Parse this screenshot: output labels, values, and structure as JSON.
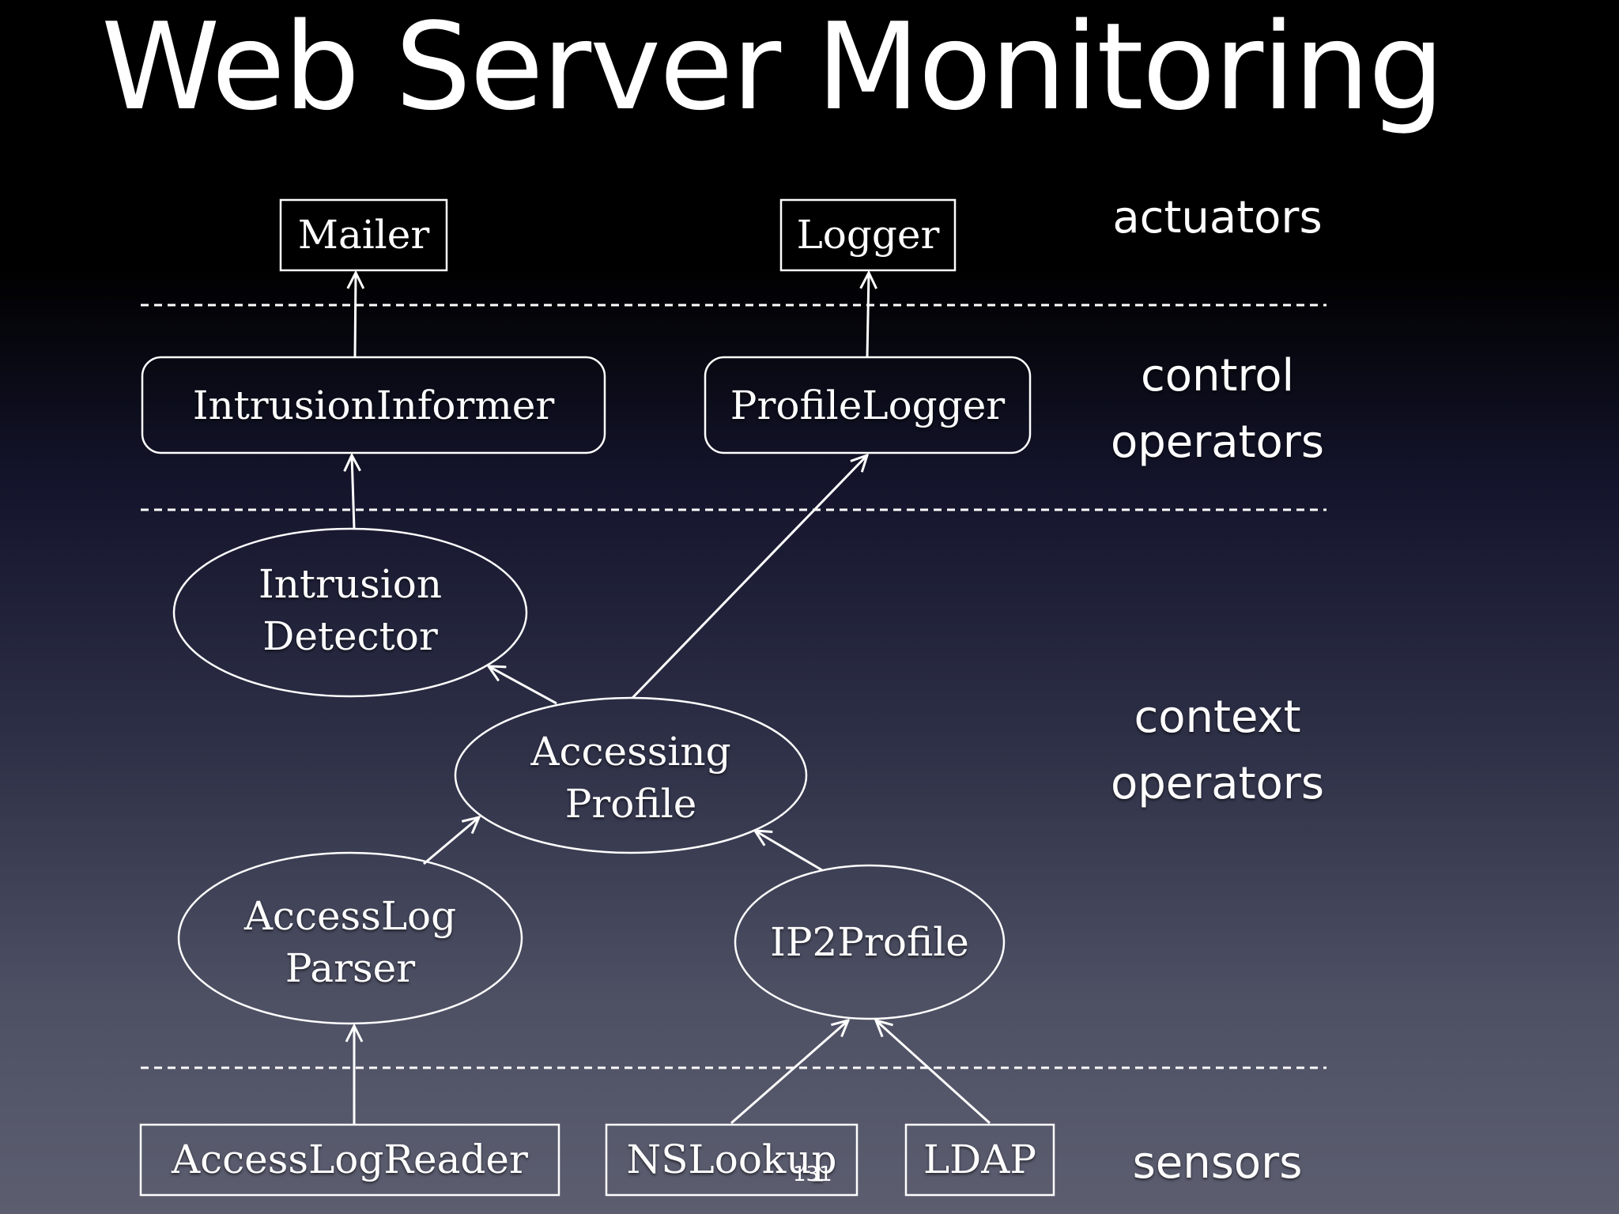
{
  "title": "Web Server Monitoring",
  "layers": {
    "actuators": "actuators",
    "control_operators": [
      "control",
      "operators"
    ],
    "context_operators": [
      "context",
      "operators"
    ],
    "sensors": "sensors"
  },
  "nodes": {
    "mailer": "Mailer",
    "logger": "Logger",
    "intrusion_informer": "IntrusionInformer",
    "profile_logger": "ProfileLogger",
    "intrusion_detector": [
      "Intrusion",
      "Detector"
    ],
    "accessing_profile": [
      "Accessing",
      "Profile"
    ],
    "access_log_parser": [
      "AccessLog",
      "Parser"
    ],
    "ip2profile": "IP2Profile",
    "access_log_reader": "AccessLogReader",
    "ns_lookup": "NSLookup",
    "ldap": "LDAP"
  },
  "page_number": "131"
}
